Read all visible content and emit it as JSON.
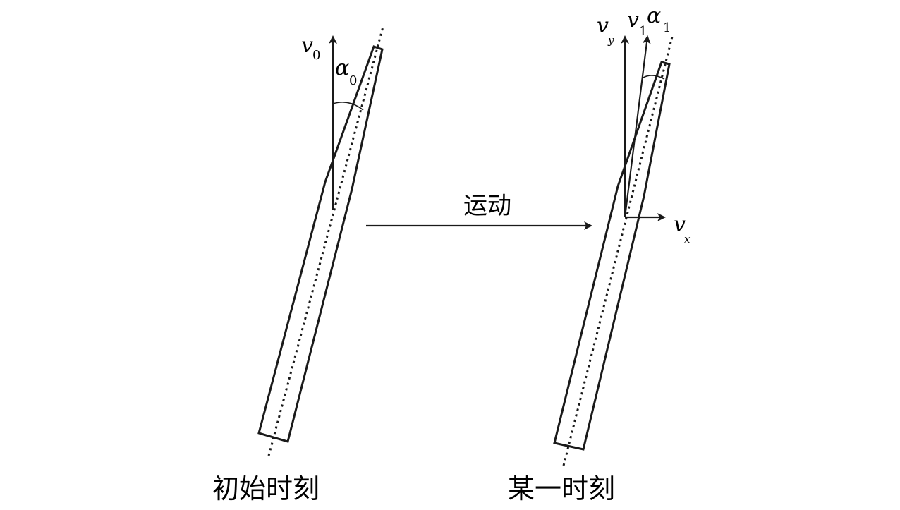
{
  "labels": {
    "v0": "v",
    "v0_sub": "0",
    "alpha0": "α",
    "alpha0_sub": "0",
    "vy": "v",
    "vy_sub": "y",
    "v1": "v",
    "v1_sub": "1",
    "alpha1": "α",
    "alpha1_sub": "1",
    "vx": "v",
    "vx_sub": "x",
    "motion": "运动",
    "caption_left": "初始时刻",
    "caption_right": "某一时刻"
  },
  "colors": {
    "ink": "#1a1a1a",
    "background": "#ffffff"
  }
}
